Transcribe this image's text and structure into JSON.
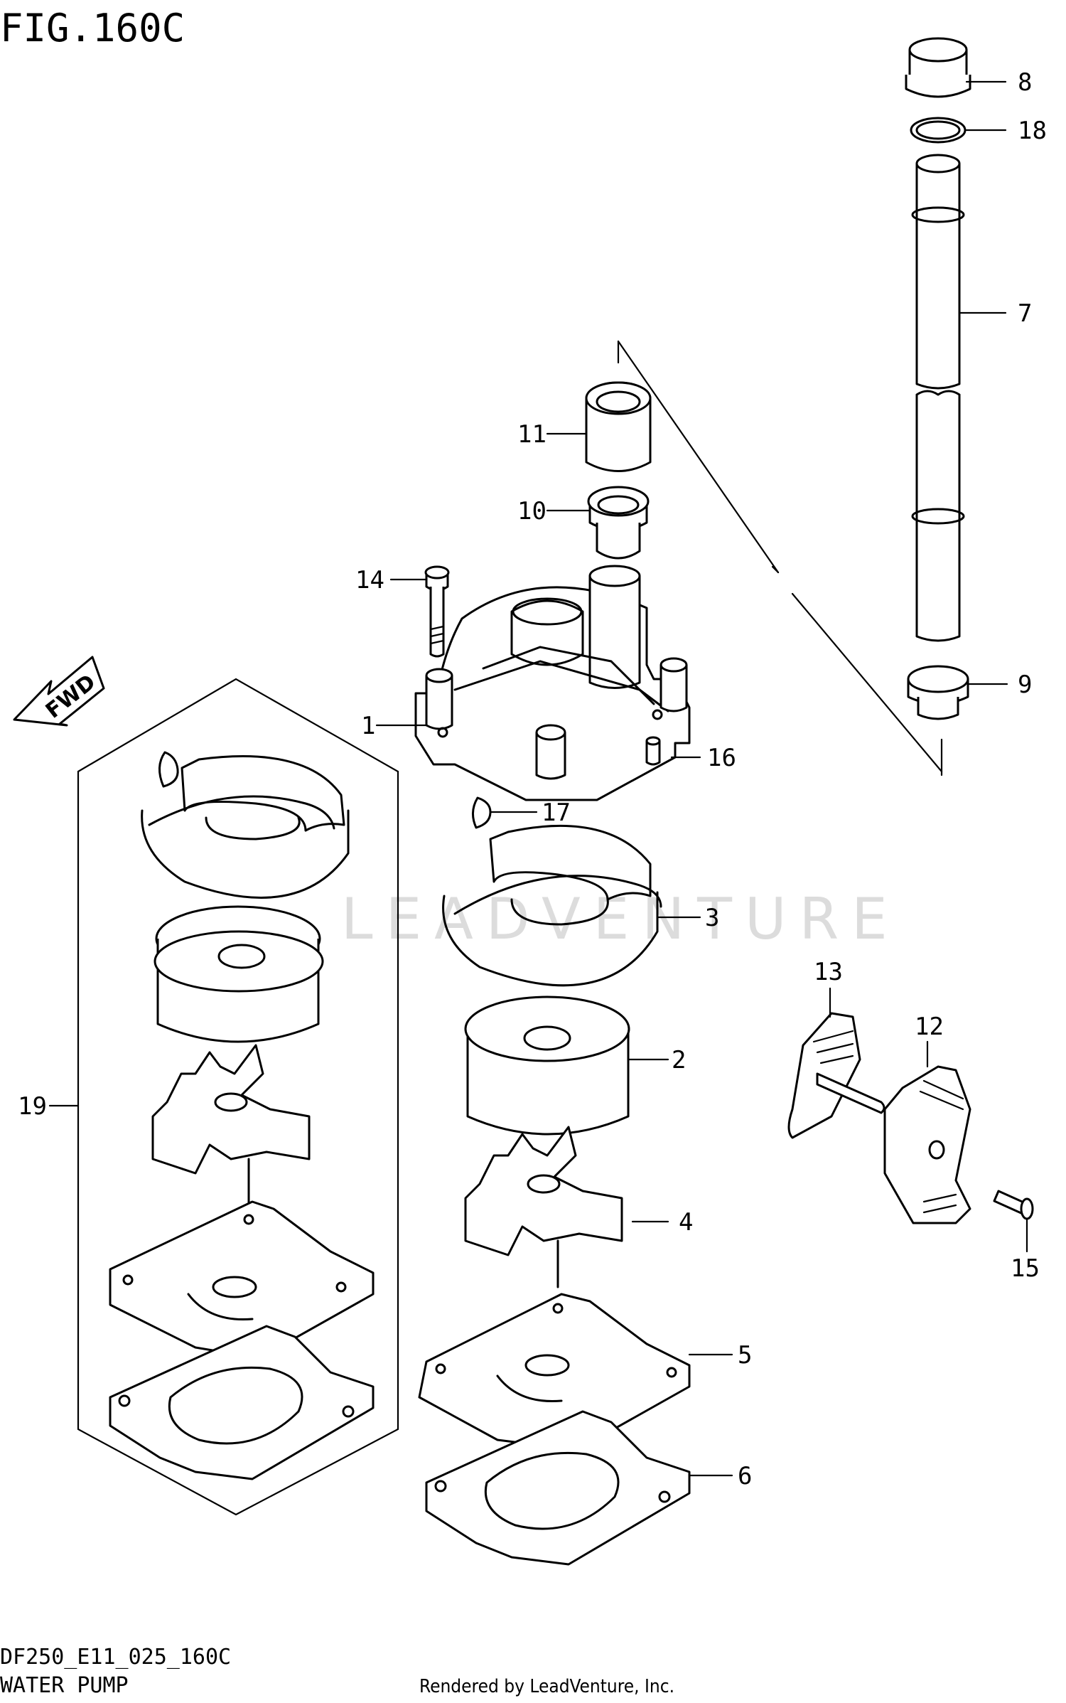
{
  "figure": {
    "title": "FIG.160C"
  },
  "footer": {
    "code": "DF250_E11_025_160C",
    "name": "WATER PUMP",
    "credit": "Rendered by LeadVenture, Inc."
  },
  "watermark": "LEADVENTURE",
  "direction_marker": "FWD",
  "callouts": [
    "1",
    "2",
    "3",
    "4",
    "5",
    "6",
    "7",
    "8",
    "9",
    "10",
    "11",
    "12",
    "13",
    "14",
    "15",
    "16",
    "17",
    "18",
    "19"
  ]
}
